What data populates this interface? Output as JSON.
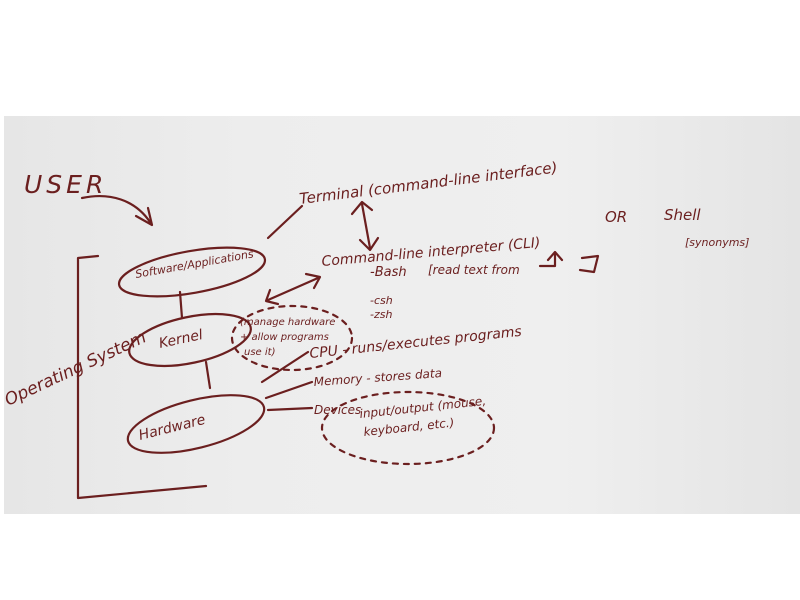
{
  "diagram": {
    "ink_color": "#6b1f1f",
    "board_color": "#ececec",
    "user": "USER",
    "operating_system": "Operating System",
    "layers": {
      "software": "Software/Applications",
      "kernel": "Kernel",
      "hardware": "Hardware"
    },
    "kernel_notes": [
      "(manage hardware",
      "+ allow programs",
      "use it)"
    ],
    "terminal": "Terminal (command-line interface)",
    "cli": "Command-line interpreter (CLI)",
    "or": "OR",
    "shell": "Shell",
    "shell_note": "[synonyms]",
    "bash": "-Bash",
    "bash_note": "[read text from",
    "csh": "-csh",
    "zsh": "-zsh",
    "cpu": "CPU - runs/executes programs",
    "memory": "Memory - stores data",
    "devices": "Devices",
    "devices_note": [
      "input/output (mouse,",
      "keyboard, etc.)"
    ]
  }
}
